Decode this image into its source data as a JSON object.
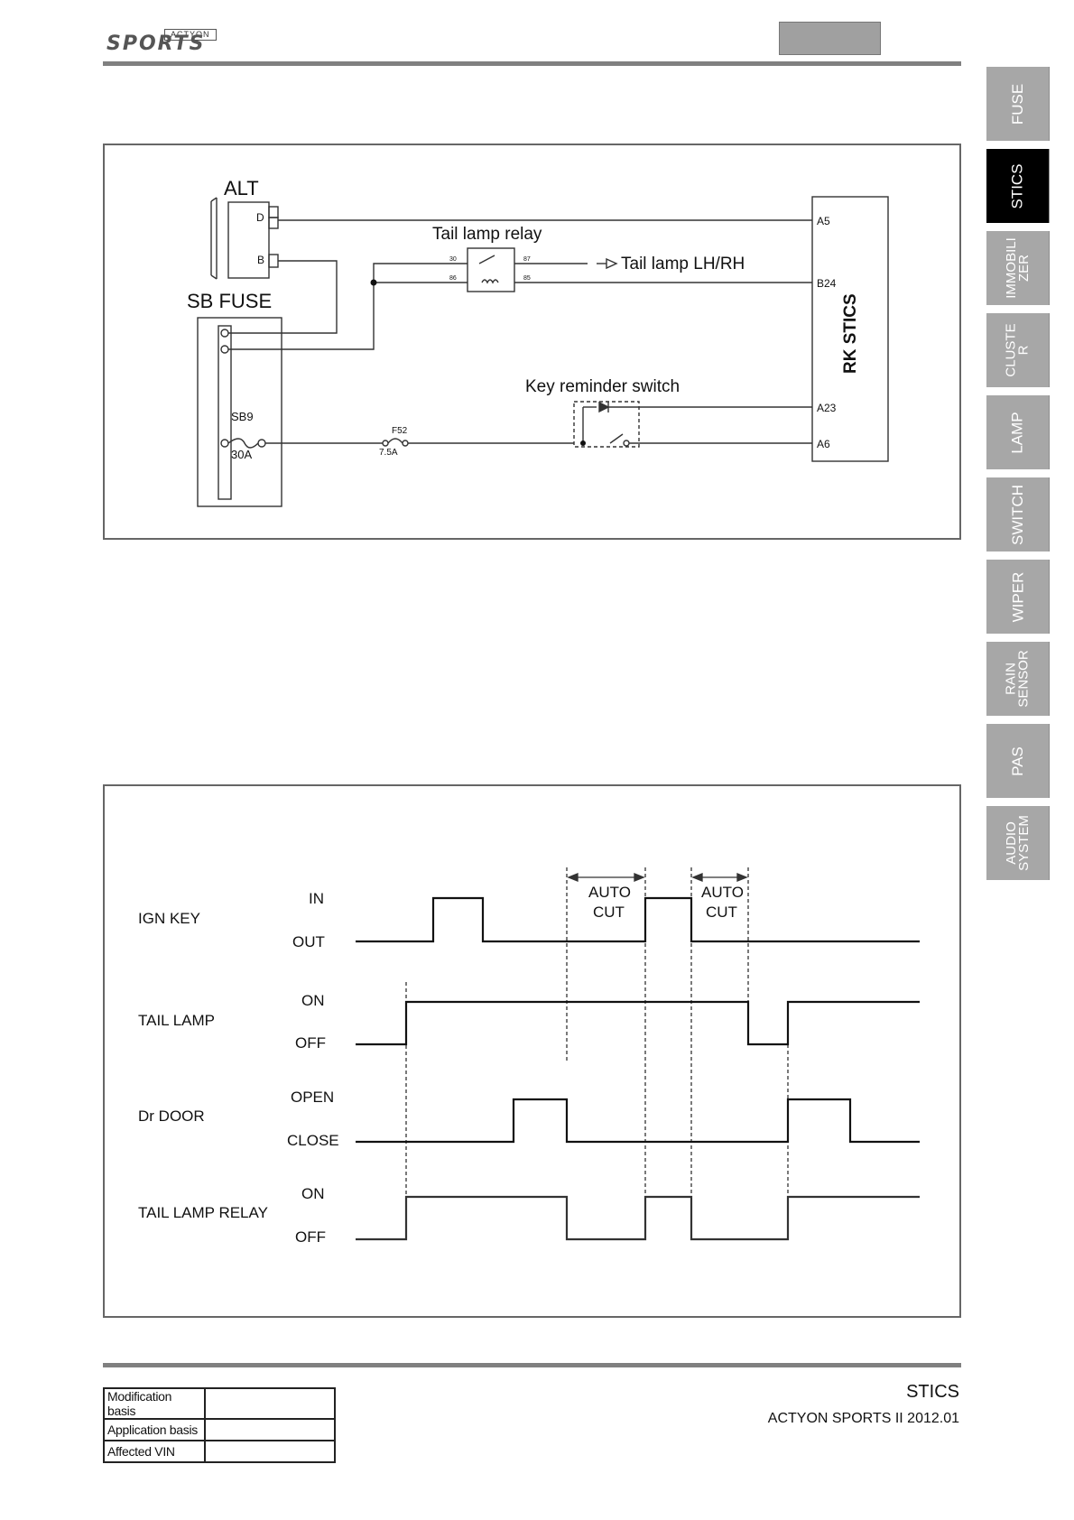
{
  "header": {
    "logo_badge": "ACTYON",
    "logo_word": "SPORTS"
  },
  "side_tabs": [
    {
      "label": "FUSE",
      "active": false
    },
    {
      "label": "STICS",
      "active": true
    },
    {
      "label": "IMMOBILI\nZER",
      "active": false
    },
    {
      "label": "CLUSTE\nR",
      "active": false
    },
    {
      "label": "LAMP",
      "active": false
    },
    {
      "label": "SWITCH",
      "active": false
    },
    {
      "label": "WIPER",
      "active": false
    },
    {
      "label": "RAIN\nSENSOR",
      "active": false
    },
    {
      "label": "PAS",
      "active": false
    },
    {
      "label": "AUDIO\nSYSTEM",
      "active": false
    }
  ],
  "circuit": {
    "alt_label": "ALT",
    "alt_pin_d": "D",
    "alt_pin_b": "B",
    "sb_fuse_label": "SB FUSE",
    "sb9_label": "SB9",
    "sb9_rating": "30A",
    "relay_label": "Tail lamp relay",
    "relay_pin_30": "30",
    "relay_pin_87": "87",
    "relay_pin_86": "86",
    "relay_pin_85": "85",
    "tail_lamp_label": "Tail lamp LH/RH",
    "key_switch_label": "Key reminder switch",
    "f52_label": "F52",
    "f52_rating": "7.5A",
    "module_label": "RK STICS",
    "pin_a5": "A5",
    "pin_b24": "B24",
    "pin_a23": "A23",
    "pin_a6": "A6"
  },
  "timing": {
    "auto_cut_1": [
      "AUTO",
      "CUT"
    ],
    "auto_cut_2": [
      "AUTO",
      "CUT"
    ],
    "signals": [
      {
        "name": "IGN KEY",
        "high": "IN",
        "low": "OUT"
      },
      {
        "name": "TAIL LAMP",
        "high": "ON",
        "low": "OFF"
      },
      {
        "name": "Dr DOOR",
        "high": "OPEN",
        "low": "CLOSE"
      },
      {
        "name": "TAIL LAMP RELAY",
        "high": "ON",
        "low": "OFF"
      }
    ]
  },
  "footer": {
    "rows": [
      {
        "label": "Modification basis",
        "value": ""
      },
      {
        "label": "Application basis",
        "value": ""
      },
      {
        "label": "Affected VIN",
        "value": ""
      }
    ],
    "section_title": "STICS",
    "model_year": "ACTYON SPORTS II 2012.01"
  }
}
